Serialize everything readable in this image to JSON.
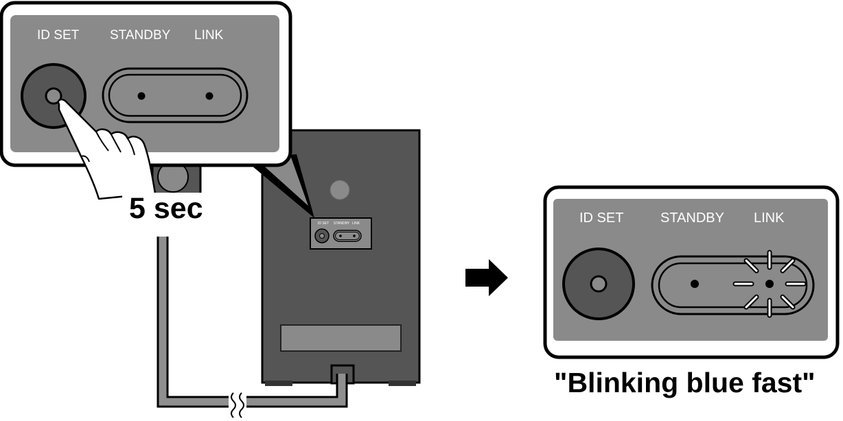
{
  "callout_left": {
    "labels": {
      "id_set": "ID SET",
      "standby": "STANDBY",
      "link": "LINK"
    }
  },
  "device": {
    "mini_labels": {
      "id_set": "ID SET",
      "standby": "STANDBY",
      "link": "LINK"
    }
  },
  "press_duration": "5 sec",
  "result_panel": {
    "labels": {
      "id_set": "ID SET",
      "standby": "STANDBY",
      "link": "LINK"
    }
  },
  "result_caption": "\"Blinking blue fast\"",
  "icons": [
    "hand-pointer-icon",
    "arrow-right-icon",
    "blink-rays-icon",
    "cable-break-icon"
  ],
  "colors": {
    "panel_gray": "#8a8a8a",
    "device_dark": "#555555",
    "cable_gray": "#8f8f8f",
    "outline": "#000000"
  }
}
